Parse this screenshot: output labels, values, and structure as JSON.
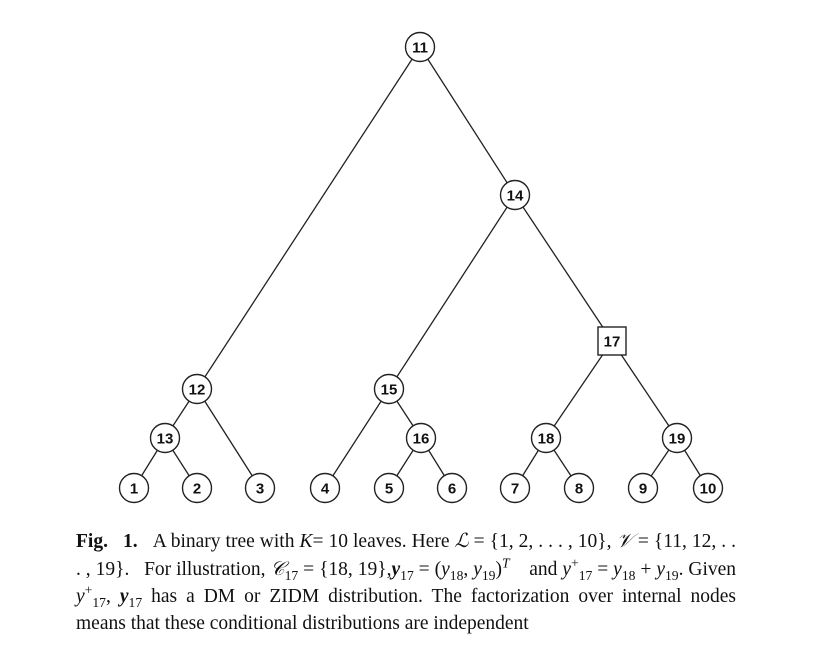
{
  "tree": {
    "nodes": [
      {
        "id": "11",
        "shape": "circle"
      },
      {
        "id": "14",
        "shape": "circle"
      },
      {
        "id": "12",
        "shape": "circle"
      },
      {
        "id": "15",
        "shape": "circle"
      },
      {
        "id": "17",
        "shape": "square"
      },
      {
        "id": "13",
        "shape": "circle"
      },
      {
        "id": "16",
        "shape": "circle"
      },
      {
        "id": "18",
        "shape": "circle"
      },
      {
        "id": "19",
        "shape": "circle"
      },
      {
        "id": "1",
        "shape": "circle"
      },
      {
        "id": "2",
        "shape": "circle"
      },
      {
        "id": "3",
        "shape": "circle"
      },
      {
        "id": "4",
        "shape": "circle"
      },
      {
        "id": "5",
        "shape": "circle"
      },
      {
        "id": "6",
        "shape": "circle"
      },
      {
        "id": "7",
        "shape": "circle"
      },
      {
        "id": "8",
        "shape": "circle"
      },
      {
        "id": "9",
        "shape": "circle"
      },
      {
        "id": "10",
        "shape": "circle"
      }
    ],
    "edges": [
      [
        "11",
        "12"
      ],
      [
        "11",
        "14"
      ],
      [
        "14",
        "15"
      ],
      [
        "14",
        "17"
      ],
      [
        "12",
        "13"
      ],
      [
        "12",
        "3"
      ],
      [
        "13",
        "1"
      ],
      [
        "13",
        "2"
      ],
      [
        "15",
        "4"
      ],
      [
        "15",
        "16"
      ],
      [
        "16",
        "5"
      ],
      [
        "16",
        "6"
      ],
      [
        "17",
        "18"
      ],
      [
        "17",
        "19"
      ],
      [
        "18",
        "7"
      ],
      [
        "18",
        "8"
      ],
      [
        "19",
        "9"
      ],
      [
        "19",
        "10"
      ]
    ]
  },
  "caption": {
    "fig_label": "Fig.",
    "fig_number": "1.",
    "intro": "A binary tree with",
    "K": "K",
    "K_value": "= 10",
    "leaves": "leaves. Here",
    "L_sym": "ℒ",
    "L_set": "= {1, 2, . . . , 10},",
    "V_sym": "𝒱",
    "V_set": "= {11, 12, . . . , 19}.",
    "for_illustration": "For illustration,",
    "C_sym": "𝒞",
    "C_sub": "17",
    "C_set": "= {18, 19},",
    "y": "y",
    "s17": "17",
    "s18": "18",
    "s19": "19",
    "eq": " = (",
    "comma": ", ",
    "close": ")",
    "T": "T",
    "and": "and",
    "plus": "+",
    "eq2": " = ",
    "sum_plus": " + ",
    "given": ". Given ",
    "comma2": ", ",
    "tail": " has a DM or ZIDM distribution. The factorization over internal nodes means that these conditional distributions are independent"
  }
}
